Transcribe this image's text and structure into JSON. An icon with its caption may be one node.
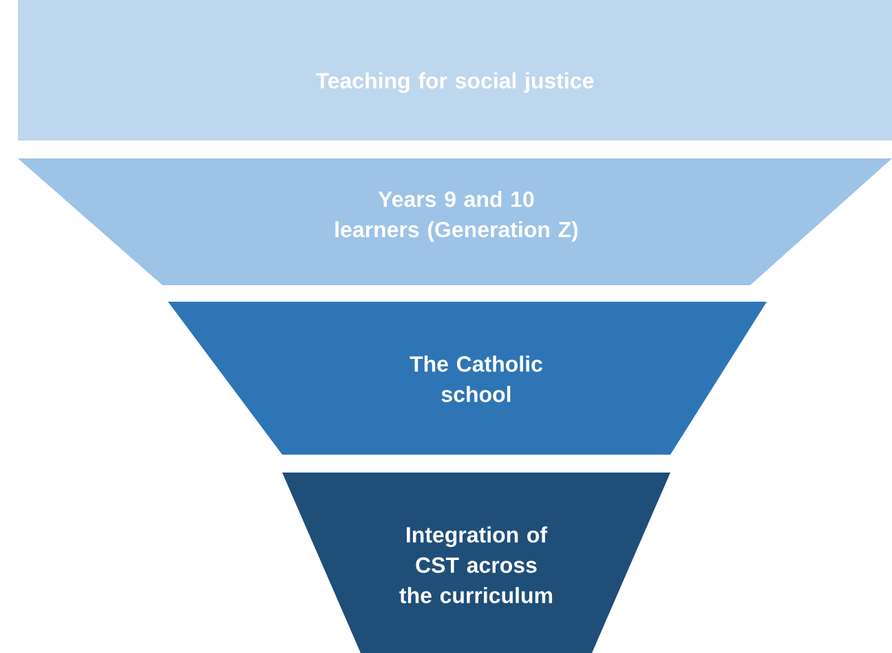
{
  "diagram": {
    "nodes": [
      {
        "text": [
          "Teaching for social justice"
        ]
      },
      {
        "text": [
          "Years 9 and 10 learners (Generation Z)"
        ]
      },
      {
        "text": [
          "The Catholic school"
        ]
      },
      {
        "text": [
          "Integration of CST across the curriculum"
        ]
      }
    ]
  }
}
